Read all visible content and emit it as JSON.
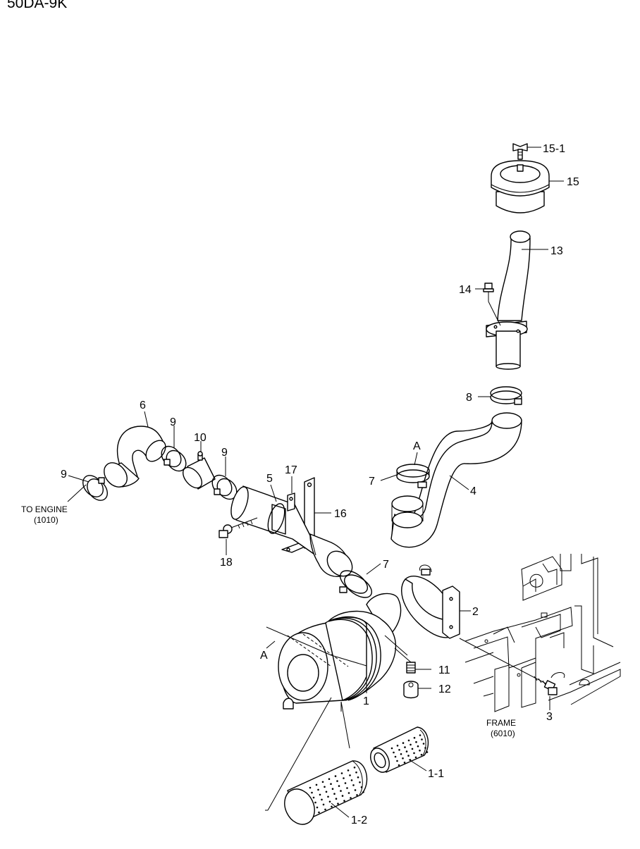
{
  "diagram": {
    "title": "50DA-9K",
    "labels": {
      "p1": "1",
      "p1_1": "1-1",
      "p1_2": "1-2",
      "p2": "2",
      "p3": "3",
      "p4": "4",
      "p5": "5",
      "p6": "6",
      "p7_upper": "7",
      "p7_lower": "7",
      "p8": "8",
      "p9_left": "9",
      "p9_mid": "9",
      "p9_right": "9",
      "p10": "10",
      "p11": "11",
      "p12": "12",
      "p13": "13",
      "p14": "14",
      "p15": "15",
      "p15_1": "15-1",
      "p16": "16",
      "p17": "17",
      "p18": "18",
      "ref_a_upper": "A",
      "ref_a_lower": "A"
    },
    "notes": {
      "to_engine": "TO ENGINE",
      "to_engine_ref": "(1010)",
      "frame": "FRAME",
      "frame_ref": "(6010)"
    }
  }
}
